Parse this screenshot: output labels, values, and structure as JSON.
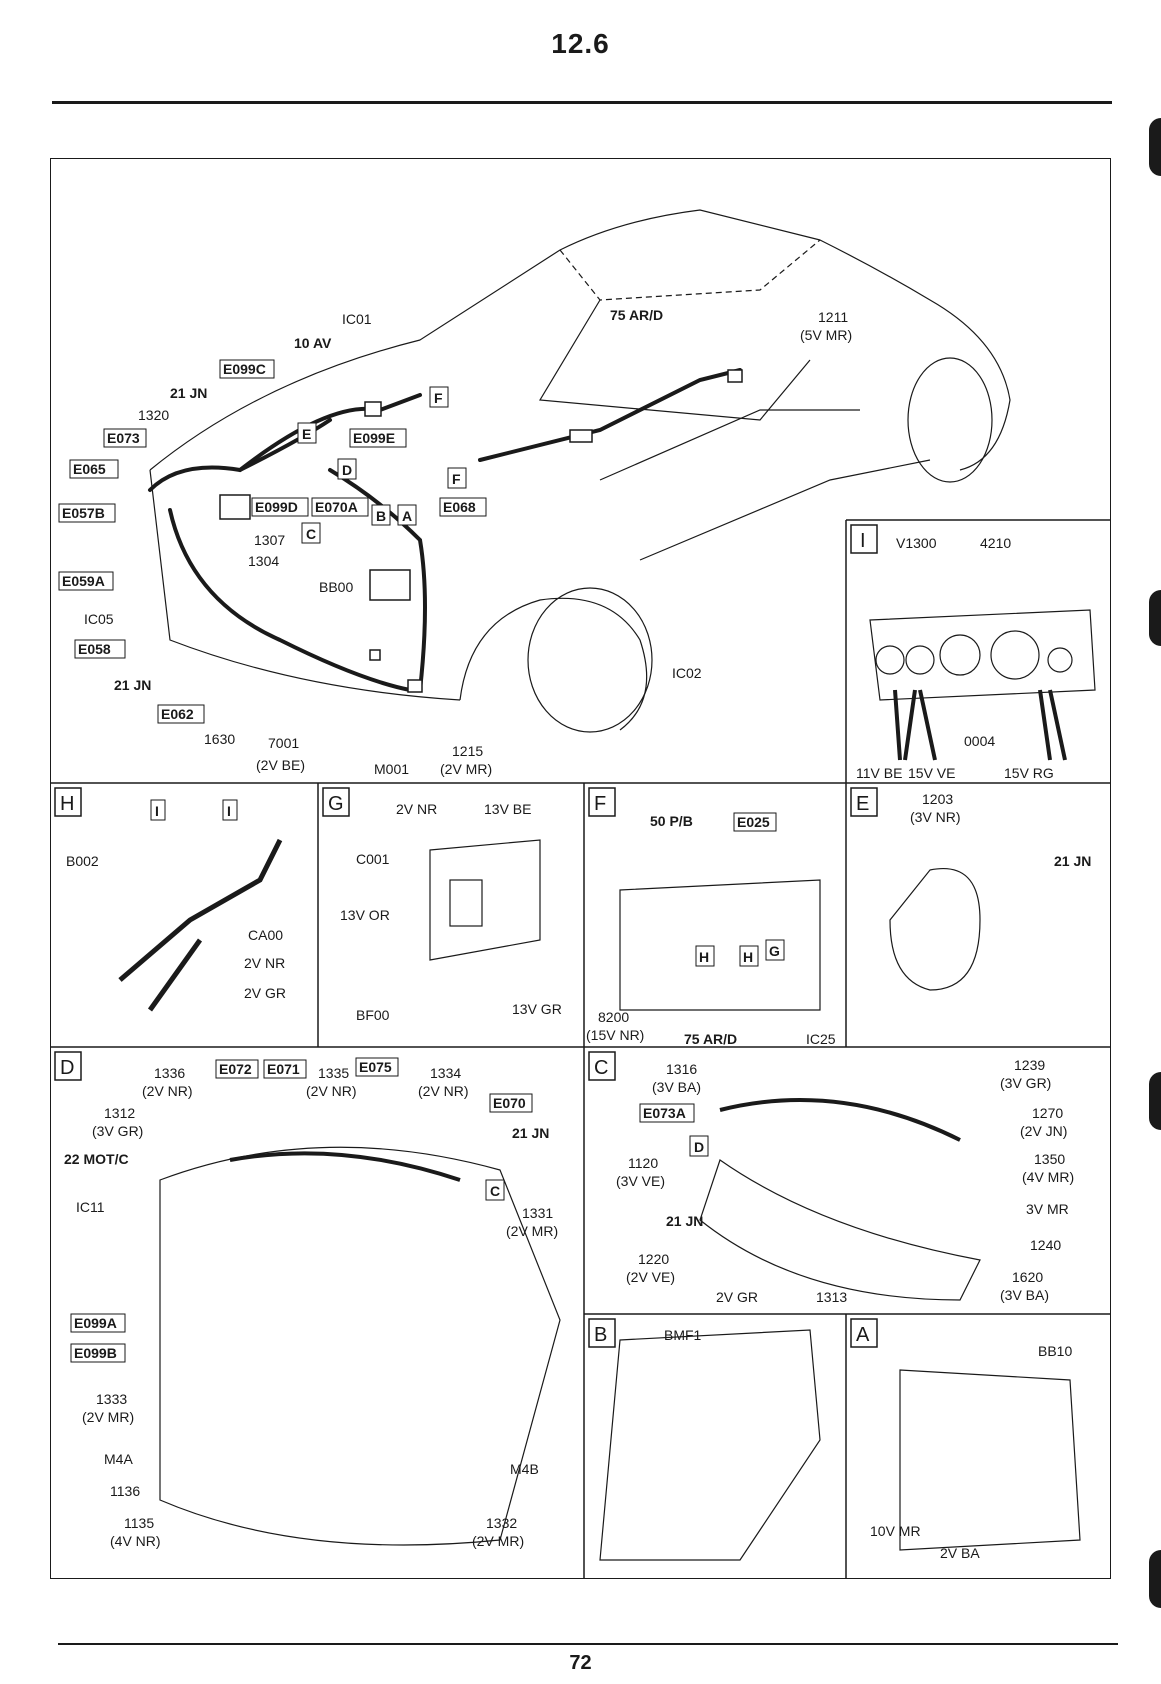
{
  "page": {
    "section_number": "12.6",
    "page_number": "72"
  },
  "main_view": {
    "labels": [
      "IC01",
      "10 AV",
      "75 AR/D",
      "1211",
      "(5V MR)",
      "21 JN",
      "1320",
      "1307",
      "1304",
      "BB00",
      "IC05",
      "21 JN",
      "1630",
      "7001",
      "(2V BE)",
      "M001",
      "1215",
      "(2V MR)",
      "IC02"
    ],
    "boxed_refs": [
      "E099C",
      "E073",
      "E065",
      "E057B",
      "E059A",
      "E058",
      "E062",
      "E099E",
      "E099D",
      "E070A",
      "E068",
      "F",
      "E",
      "D",
      "C",
      "B",
      "A",
      "F"
    ]
  },
  "panels": {
    "I": {
      "tag": "I",
      "labels": [
        "V1300",
        "4210",
        "0004",
        "11V BE",
        "15V VE",
        "15V RG"
      ]
    },
    "H": {
      "tag": "H",
      "labels": [
        "I",
        "I",
        "B002",
        "CA00",
        "2V NR",
        "2V GR"
      ]
    },
    "G": {
      "tag": "G",
      "labels": [
        "2V NR",
        "13V BE",
        "C001",
        "13V OR",
        "BF00",
        "13V GR"
      ]
    },
    "F": {
      "tag": "F",
      "labels": [
        "50 P/B",
        "E025",
        "H",
        "H",
        "G",
        "8200",
        "(15V NR)",
        "75 AR/D",
        "IC25"
      ]
    },
    "E": {
      "tag": "E",
      "labels": [
        "1203",
        "(3V NR)",
        "21 JN"
      ]
    },
    "D": {
      "tag": "D",
      "labels": [
        "1336",
        "(2V NR)",
        "E072",
        "E071",
        "1335",
        "(2V NR)",
        "E075",
        "1334",
        "(2V NR)",
        "E070",
        "1312",
        "(3V GR)",
        "22 MOT/C",
        "21 JN",
        "IC11",
        "C",
        "1331",
        "(2V MR)",
        "E099A",
        "E099B",
        "1333",
        "(2V MR)",
        "M4A",
        "1136",
        "1135",
        "(4V NR)",
        "M4B",
        "1332",
        "(2V MR)"
      ]
    },
    "C": {
      "tag": "C",
      "labels": [
        "1316",
        "(3V BA)",
        "E073A",
        "D",
        "1120",
        "(3V VE)",
        "21 JN",
        "1220",
        "(2V VE)",
        "2V GR",
        "1313",
        "1239",
        "(3V GR)",
        "1270",
        "(2V JN)",
        "1350",
        "(4V MR)",
        "3V MR",
        "1240",
        "1620",
        "(3V BA)"
      ]
    },
    "B": {
      "tag": "B",
      "labels": [
        "BMF1"
      ]
    },
    "A": {
      "tag": "A",
      "labels": [
        "BB10",
        "10V MR",
        "2V BA"
      ]
    }
  }
}
